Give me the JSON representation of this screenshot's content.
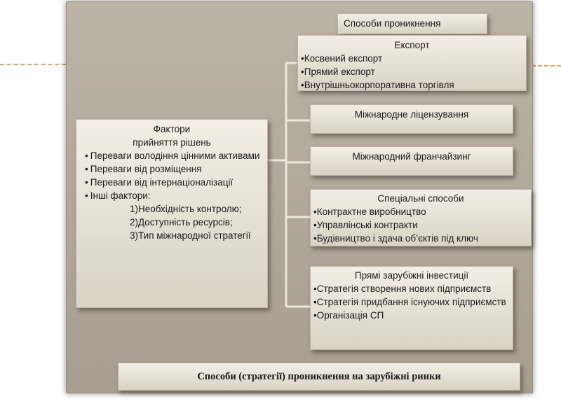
{
  "header_label": "Способи проникнення",
  "factors": {
    "title_lines": [
      "Фактори",
      "прийняття рішень"
    ],
    "items": [
      "Переваги володіння цінними активами",
      "Переваги від розміщення",
      "Переваги від інтернаціоналізації",
      "Інші фактори:"
    ],
    "sub_items": [
      "1)Необхідність контролю;",
      "2)Доступність ресурсів;",
      "3)Тип міжнародної стратегії"
    ]
  },
  "export": {
    "title": "Експорт",
    "items": [
      "Косвений експорт",
      "Прямий експорт",
      "Внутрішньокорпоративна торгівля"
    ]
  },
  "licensing": {
    "title": "Міжнародне  ліцензування"
  },
  "franchising": {
    "title": "Міжнародний  франчайзинг"
  },
  "special": {
    "title": "Спеціальні способи",
    "items": [
      "Контрактне виробництво",
      "Управлінські контракти",
      "Будівництво  і здача об’єктів під ключ"
    ]
  },
  "fdi": {
    "title": "Прямі зарубіжні інвестиції",
    "items": [
      "Стратегія створення нових підприємств",
      "Стратегія придбання існуючих підприємств",
      "Організація СП"
    ]
  },
  "bottom_title": "Способи (стратегії) проникнення на зарубіжні ринки",
  "colors": {
    "panel": "#b3aa9e",
    "box": "#e8e2d8",
    "connector": "#ece6dc",
    "decoration": "#e0a060"
  }
}
